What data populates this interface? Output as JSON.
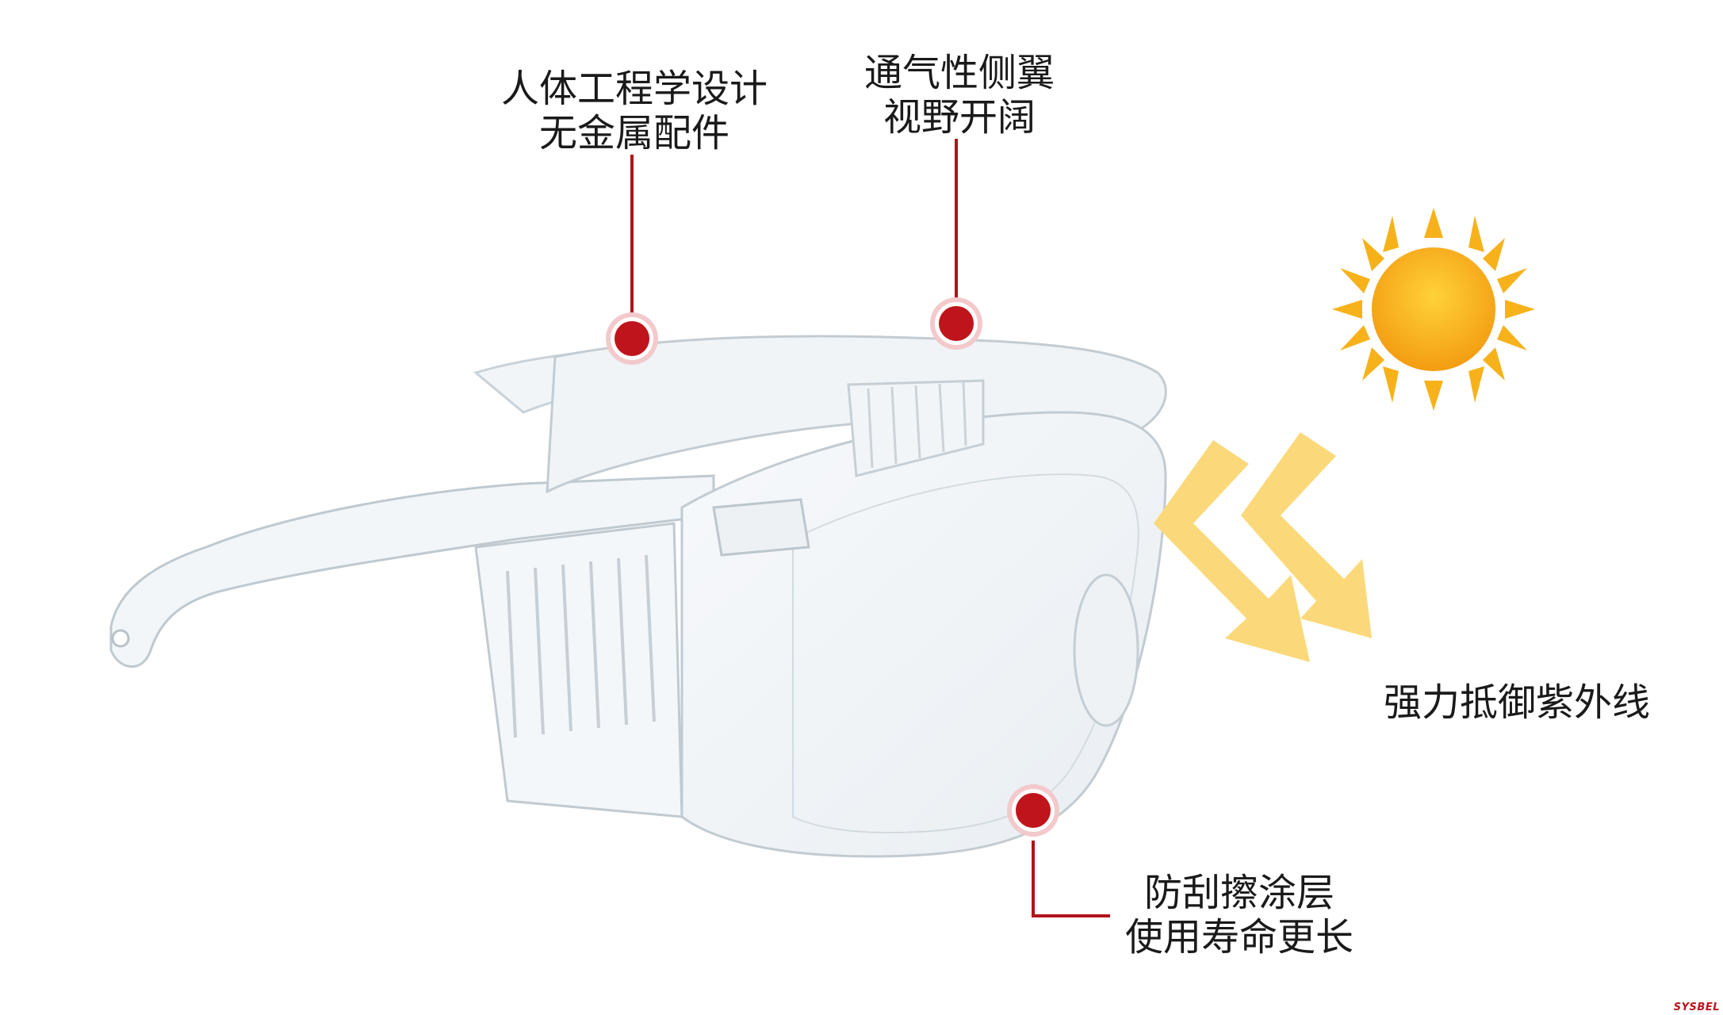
{
  "callouts": {
    "ergonomic": {
      "line1": "人体工程学设计",
      "line2": "无金属配件"
    },
    "ventilation": {
      "line1": "通气性侧翼",
      "line2": "视野开阔"
    },
    "uv": {
      "line1": "强力抵御紫外线"
    },
    "scratch": {
      "line1": "防刮擦涂层",
      "line2": "使用寿命更长"
    }
  },
  "brand": {
    "text": "SYSBEL"
  },
  "colors": {
    "marker": "#c0141c",
    "marker_ring": "#e3a0a4",
    "sun": "#f7b21b",
    "arrow": "#fbd97a",
    "text": "#1a1a1a"
  },
  "icons": {
    "sun": "sun-icon",
    "uv_arrows": "uv-rays-arrow-icon",
    "marker": "callout-marker-icon"
  }
}
